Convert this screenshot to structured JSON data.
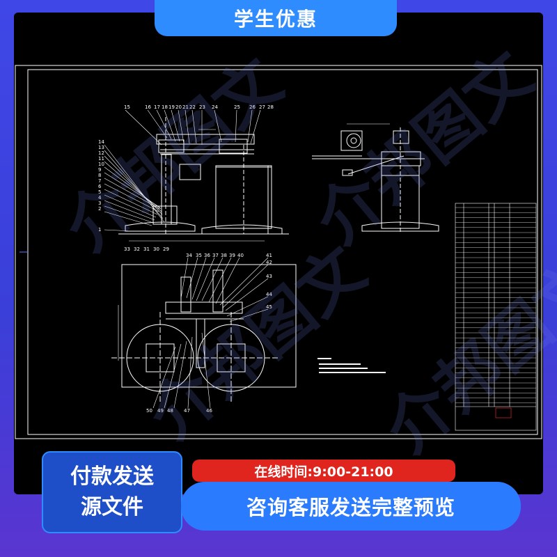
{
  "banner": {
    "top_label": "学生优惠"
  },
  "watermark": {
    "text": "介邦图文"
  },
  "drawing": {
    "front_view_labels": [
      "15",
      "16",
      "17",
      "18",
      "19",
      "20",
      "21",
      "22",
      "23",
      "24",
      "25",
      "26",
      "27",
      "28"
    ],
    "left_labels": [
      "14",
      "13",
      "12",
      "11",
      "10",
      "9",
      "8",
      "7",
      "6",
      "5",
      "4",
      "3",
      "2",
      "1"
    ],
    "bottom_labels": [
      "33",
      "32",
      "31",
      "30",
      "29"
    ],
    "plan_top_labels": [
      "34",
      "35",
      "36",
      "37",
      "38",
      "39",
      "40",
      "41",
      "42",
      "43",
      "44",
      "45"
    ],
    "plan_bottom_labels": [
      "50",
      "49",
      "48",
      "47",
      "46"
    ]
  },
  "promo": {
    "pay_line1": "付款发送",
    "pay_line2": "源文件",
    "hours": "在线时间:9:00-21:00",
    "consult": "咨询客服发送完整预览"
  },
  "colors": {
    "accent": "#2f8cff",
    "hours_red": "#e0251f",
    "cad_bg": "#000000"
  }
}
